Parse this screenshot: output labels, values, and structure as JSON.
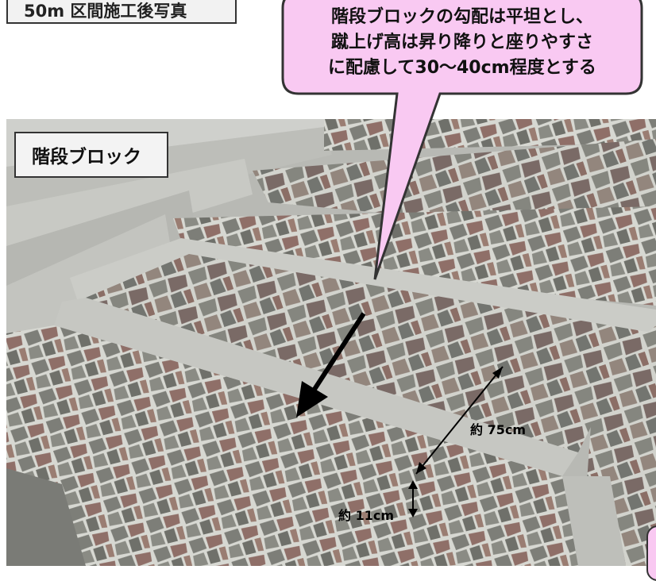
{
  "top_caption": "50m 区間施工後写真",
  "photo_label": "階段ブロック",
  "callout": {
    "lines": [
      "階段ブロックの勾配は平坦とし、",
      "蹴上げ高は昇り降りと座りやすさ",
      "に配慮して30〜40cm程度とする"
    ],
    "fill_color": "#f9c9f2"
  },
  "measurements": {
    "depth": "約 75cm",
    "riser": "約 11cm"
  },
  "colors": {
    "concrete": "#c9cac6",
    "stone_gray": "#7d7e78",
    "stone_brown": "#8f6f68",
    "mortar": "#d7d8d2"
  }
}
